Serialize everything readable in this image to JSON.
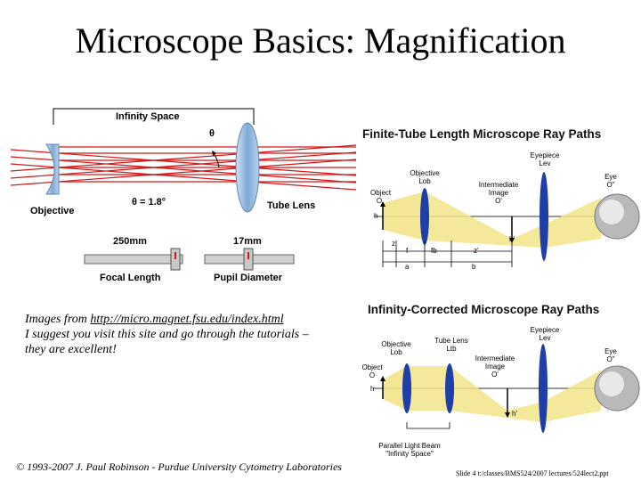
{
  "title": "Microscope Basics: Magnification",
  "top_diagram": {
    "infinity_space": "Infinity Space",
    "theta": "θ",
    "theta_value": "θ = 1.8°",
    "objective": "Objective",
    "tube_lens": "Tube Lens",
    "focal_length_value": "250mm",
    "pupil_diameter_value": "17mm",
    "focal_length": "Focal Length",
    "pupil_diameter": "Pupil Diameter"
  },
  "finite_panel": {
    "title": "Finite-Tube Length Microscope Ray Paths",
    "eyepiece": "Eyepiece",
    "eyepiece_sym": "L",
    "eyepiece_sub": "ev",
    "objective": "Objective",
    "objective_sym": "L",
    "objective_sub": "ob",
    "intermediate": "Intermediate",
    "image": "Image",
    "image_sym": "O'",
    "object": "Object",
    "object_sym": "O",
    "eye": "Eye",
    "eye_sym": "O\"",
    "h": "h",
    "h_prime": "h'",
    "z": "z",
    "f": "f",
    "fb": "fb",
    "z_prime": "z'",
    "a": "a",
    "b": "b"
  },
  "infinity_panel": {
    "title": "Infinity-Corrected Microscope Ray Paths",
    "eyepiece": "Eyepiece",
    "eyepiece_sym": "L",
    "eyepiece_sub": "ev",
    "objective": "Objective",
    "objective_sym": "L",
    "objective_sub": "ob",
    "tube_lens": "Tube Lens",
    "tube_sym": "L",
    "tube_sub": "tb",
    "intermediate": "Intermediate",
    "image": "Image",
    "image_sym": "O'",
    "object": "Object",
    "object_sym": "O",
    "eye": "Eye",
    "eye_sym": "O\"",
    "h": "h",
    "h_prime": "h'",
    "parallel": "Parallel Light Beam",
    "infinity_space": "\"Infinity Space\""
  },
  "caption": {
    "line1_prefix": "Images from ",
    "link": "http://micro.magnet.fsu.edu/index.html",
    "line2": "I suggest you visit this site and go through the tutorials –",
    "line3": "they are excellent!"
  },
  "footer": "© 1993-2007 J. Paul Robinson - Purdue University Cytometry Laboratories",
  "slide_number": "Slide 4 t:/classes/BMS524/2007 lectures/524lect2.ppt",
  "colors": {
    "ray_red": "#d01818",
    "lens_blue": "#8fb8dc",
    "lens_dark": "#1f3fa8",
    "beam_yellow": "#f2e48a",
    "slider_gray": "#d0d0d0"
  }
}
